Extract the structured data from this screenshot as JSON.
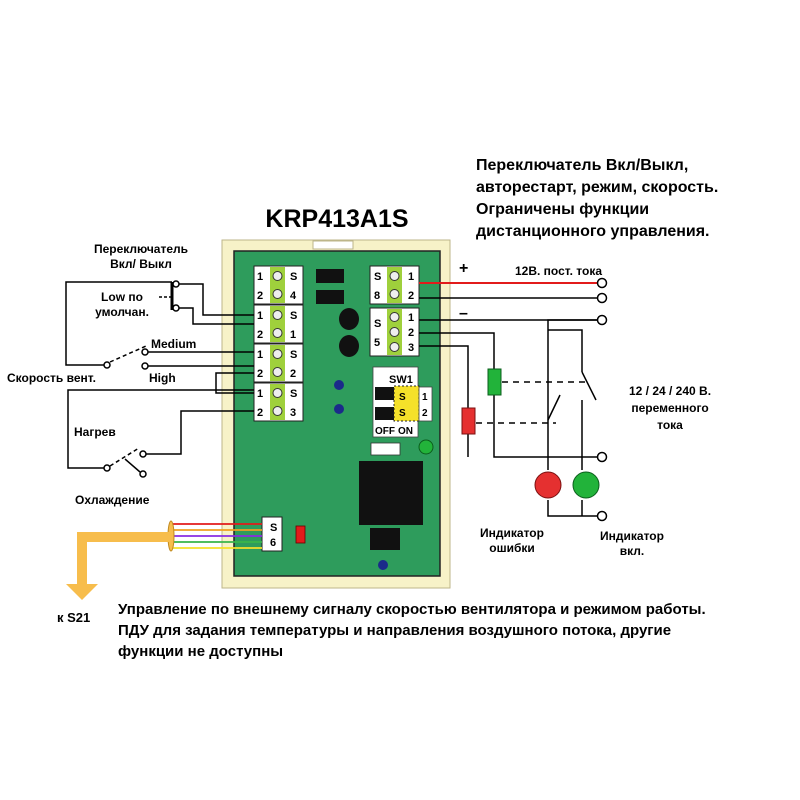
{
  "title": "KRP413A1S",
  "top_note": {
    "line1": "Переключатель Вкл/Выкл,",
    "line2": "авторестарт, режим, скорость.",
    "line3": "Ограничены функции",
    "line4": "дистанционного управления."
  },
  "labels": {
    "switch_line1": "Переключатель",
    "switch_line2": "Вкл/ Выкл",
    "low_line1": "Low по",
    "low_line2": "умолчан.",
    "medium": "Medium",
    "high": "High",
    "fan_speed": "Скорость вент.",
    "heat": "Нагрев",
    "cool": "Охлаждение",
    "to_s21": "к S21",
    "plus": "+",
    "minus": "–",
    "dc12": "12В. пост. тока",
    "ac_line1": "12 / 24 / 240 В.",
    "ac_line2": "переменного",
    "ac_line3": "тока",
    "err_line1": "Индикатор",
    "err_line2": "ошибки",
    "on_line1": "Индикатор",
    "on_line2": "вкл."
  },
  "terminals": {
    "s4": {
      "name": "S",
      "num": "4",
      "p1": "1",
      "p2": "2"
    },
    "s1": {
      "name": "S",
      "num": "1",
      "p1": "1",
      "p2": "2"
    },
    "s2": {
      "name": "S",
      "num": "2",
      "p1": "1",
      "p2": "2"
    },
    "s3": {
      "name": "S",
      "num": "3",
      "p1": "1",
      "p2": "2"
    },
    "s8": {
      "name": "S",
      "num": "8",
      "p1": "1",
      "p2": "2"
    },
    "s5": {
      "name": "S",
      "num": "5",
      "p1": "1",
      "p2": "2",
      "p3": "3"
    },
    "s6": {
      "name": "S",
      "num": "6"
    }
  },
  "sw1": {
    "label": "SW1",
    "s_top": "S",
    "s_bottom": "S",
    "pos1": "1",
    "pos2": "2",
    "off": "OFF",
    "on": "ON"
  },
  "bottom_note": {
    "line1": "Управление по внешнему сигналу скоростью вентилятора и режимом работы.",
    "line2": "ПДУ для задания температуры и направления воздушного потока, другие",
    "line3": "функции не доступны"
  },
  "colors": {
    "board": "#2e9c5c",
    "board_frame": "#f7f2c8",
    "terminal_green": "#9fd03c",
    "wire_red": "#e21b1b",
    "lamp_red": "#e53030",
    "lamp_green": "#22b33a",
    "arrow": "#f7bd4c",
    "sw_yellow": "#f5e12a"
  }
}
